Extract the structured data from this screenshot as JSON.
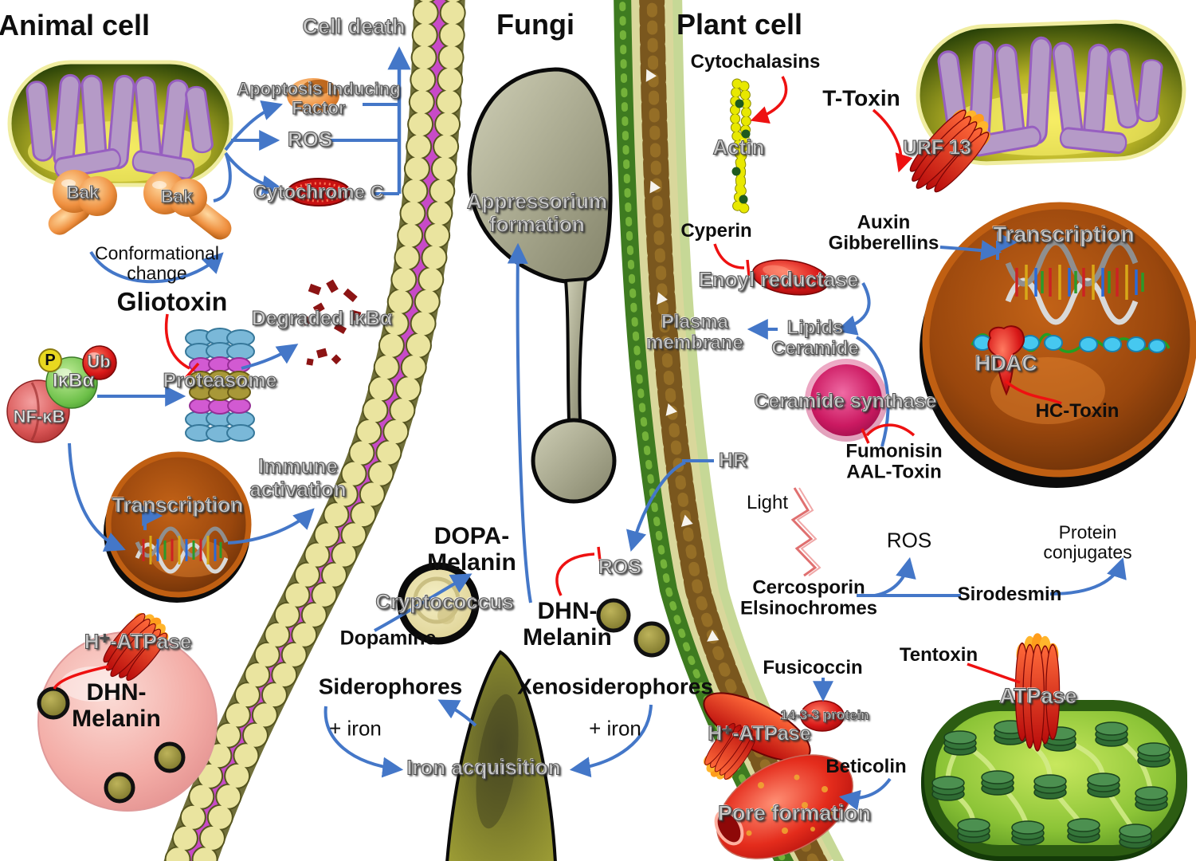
{
  "titles": {
    "animal": "Animal cell",
    "fungi": "Fungi",
    "plant": "Plant cell"
  },
  "animal": {
    "cell_death": "Cell death",
    "aif": "Apoptosis Inducing\nFactor",
    "ros": "ROS",
    "cytochrome_c": "Cytochrome C",
    "bak_left": "Bak",
    "bak_right": "Bak",
    "conformational_change": "Conformational\nchange",
    "gliotoxin": "Gliotoxin",
    "degraded_ikba": "Degraded IκBα",
    "proteasome": "Proteasome",
    "p": "P",
    "ub": "Ub",
    "ikba": "IκBα",
    "nfkb": "NF-κB",
    "transcription": "Transcription",
    "immune_activation": "Immune\nactivation",
    "h_atpase": "H⁺-ATPase",
    "dhn_melanin": "DHN-\nMelanin"
  },
  "fungi": {
    "appressorium_formation": "Appressorium\nformation",
    "dopa_melanin": "DOPA-\nMelanin",
    "cryptococcus": "Cryptococcus",
    "dopamine": "Dopamine",
    "dhn_melanin": "DHN-\nMelanin",
    "ros": "ROS",
    "siderophores": "Siderophores",
    "xenosiderophores": "Xenosiderophores",
    "plus_iron_left": "+ iron",
    "plus_iron_right": "+ iron",
    "iron_acquisition": "Iron acquisition"
  },
  "plant": {
    "cytochalasins": "Cytochalasins",
    "actin": "Actin",
    "cyperin": "Cyperin",
    "enoyl_reductase": "Enoyl reductase",
    "plasma_membrane": "Plasma\nmembrane",
    "lipids_ceramide": "Lipids\nCeramide",
    "ceramide_synthase": "Ceramide synthase",
    "hr": "HR",
    "t_toxin": "T-Toxin",
    "urf13": "URF 13",
    "auxin_gibberellins": "Auxin\nGibberellins",
    "transcription": "Transcription",
    "hdac": "HDAC",
    "hc_toxin": "HC-Toxin",
    "fumonisin_aal": "Fumonisin\nAAL-Toxin",
    "light": "Light",
    "cercosporin": "Cercosporin\nElsinochromes",
    "ros": "ROS",
    "sirodesmin": "Sirodesmin",
    "protein_conjugates": "Protein conjugates",
    "fusicoccin": "Fusicoccin",
    "protein_1433": "14-3-3 protein",
    "h_atpase": "H⁺-ATPase",
    "beticolin": "Beticolin",
    "pore_formation": "Pore formation",
    "tentoxin": "Tentoxin",
    "atpase": "ATPase"
  },
  "colors": {
    "arrow_blue": "#4477c8",
    "inhibit_red": "#ee1111",
    "membrane_bead": "#eae49f",
    "membrane_tail": "#c84ac8",
    "cell_wall_green": "#3e7b20",
    "plasma_membrane_tan": "#d9d79b",
    "membrane_protein_brown": "#7a571e",
    "nucleus_orange": "#c05f12",
    "chloroplast_green": "#9ed23c",
    "protein_red": "#cc1111",
    "melanin_olive": "#8a8230",
    "cristae_purple": "#b59ac7"
  }
}
